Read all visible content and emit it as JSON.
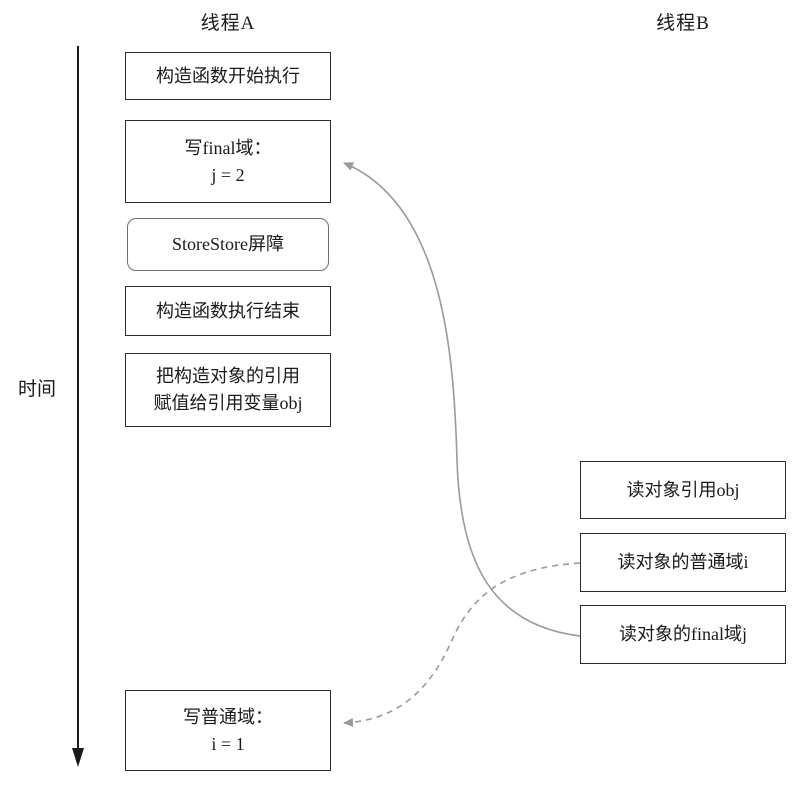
{
  "header": {
    "thread_a": "线程A",
    "thread_b": "线程B"
  },
  "timeline": {
    "label": "时间"
  },
  "thread_a": {
    "boxes": [
      {
        "text": "构造函数开始执行"
      },
      {
        "text": "写final域：\nj = 2"
      },
      {
        "text": "StoreStore屏障"
      },
      {
        "text": "构造函数执行结束"
      },
      {
        "text": "把构造对象的引用\n赋值给引用变量obj"
      },
      {
        "text": "写普通域：\ni = 1"
      }
    ]
  },
  "thread_b": {
    "boxes": [
      {
        "text": "读对象引用obj"
      },
      {
        "text": "读对象的普通域i"
      },
      {
        "text": "读对象的final域j"
      }
    ]
  },
  "colors": {
    "arrow": "#9a9a9a",
    "timeline": "#1a1a1a",
    "box_border": "#2b2b2b",
    "text": "#1a1a1a"
  }
}
